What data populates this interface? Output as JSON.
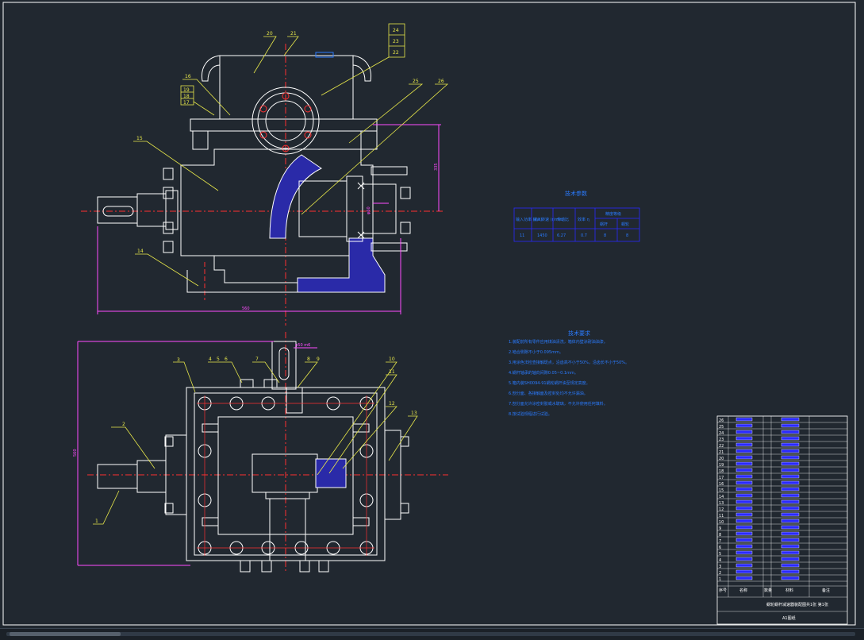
{
  "drawing": {
    "colors": {
      "background": "#212830",
      "outline": "#ffffff",
      "centerline": "#ff3030",
      "dimension": "#ff4dff",
      "leader": "#e8e84a",
      "table": "#2a2aff",
      "hatch": "#2a2aa8"
    },
    "top_view_balloons": [
      "20",
      "21",
      "24",
      "23",
      "22",
      "16",
      "19",
      "18",
      "17",
      "15",
      "25",
      "26",
      "14"
    ],
    "bottom_view_balloons": [
      "3",
      "4",
      "5",
      "6",
      "7",
      "8",
      "9",
      "10",
      "11",
      "12",
      "13",
      "2",
      "1"
    ],
    "dimensions": {
      "overall_width": "560",
      "height_right": "335",
      "shaft_diameter": "φ50 m6",
      "bottom_width": "560",
      "bore": "φ60"
    },
    "tech_params_title": "技术参数",
    "tech_params_table": {
      "header": [
        "输入功率 (kW)",
        "输入转速 (r/min)",
        "传动比",
        "效率 η",
        "精度等级"
      ],
      "sub_header": [
        "蜗杆",
        "蜗轮"
      ],
      "row": [
        "11",
        "1450",
        "6.27",
        "0.7",
        "8",
        "8"
      ]
    },
    "tech_requirements_title": "技术要求",
    "tech_requirements": [
      "1.装配前所有零件应用煤油清洗，箱体内壁涂耐油油漆。",
      "2.啮合侧隙不小于0.095mm。",
      "3.用涂色法检查接触斑点，沿齿高不小于50%，沿齿长不小于50%。",
      "4.蜗杆轴承的轴向间隙0.05~0.1mm。",
      "5.箱内装SH0094-91蜗轮蜗杆油至规定高度。",
      "6.剖分面、各接触面及密封处均不允许漏油。",
      "7.剖分面允许涂密封胶或水玻璃，不允许使用任何填料。",
      "8.按试验规程进行试验。"
    ],
    "parts_rows": [
      "26",
      "25",
      "24",
      "23",
      "22",
      "21",
      "20",
      "19",
      "18",
      "17",
      "16",
      "15",
      "14",
      "13",
      "12",
      "11",
      "10",
      "9",
      "8",
      "7",
      "6",
      "5",
      "4",
      "3",
      "2",
      "1"
    ],
    "parts_header": [
      "序号",
      "名称",
      "数量",
      "材料",
      "备注"
    ],
    "title_block_text": "蜗轮蜗杆减速器装配图",
    "title_block_scale": "共1张 第1张",
    "sheet_label": "A1图纸"
  }
}
